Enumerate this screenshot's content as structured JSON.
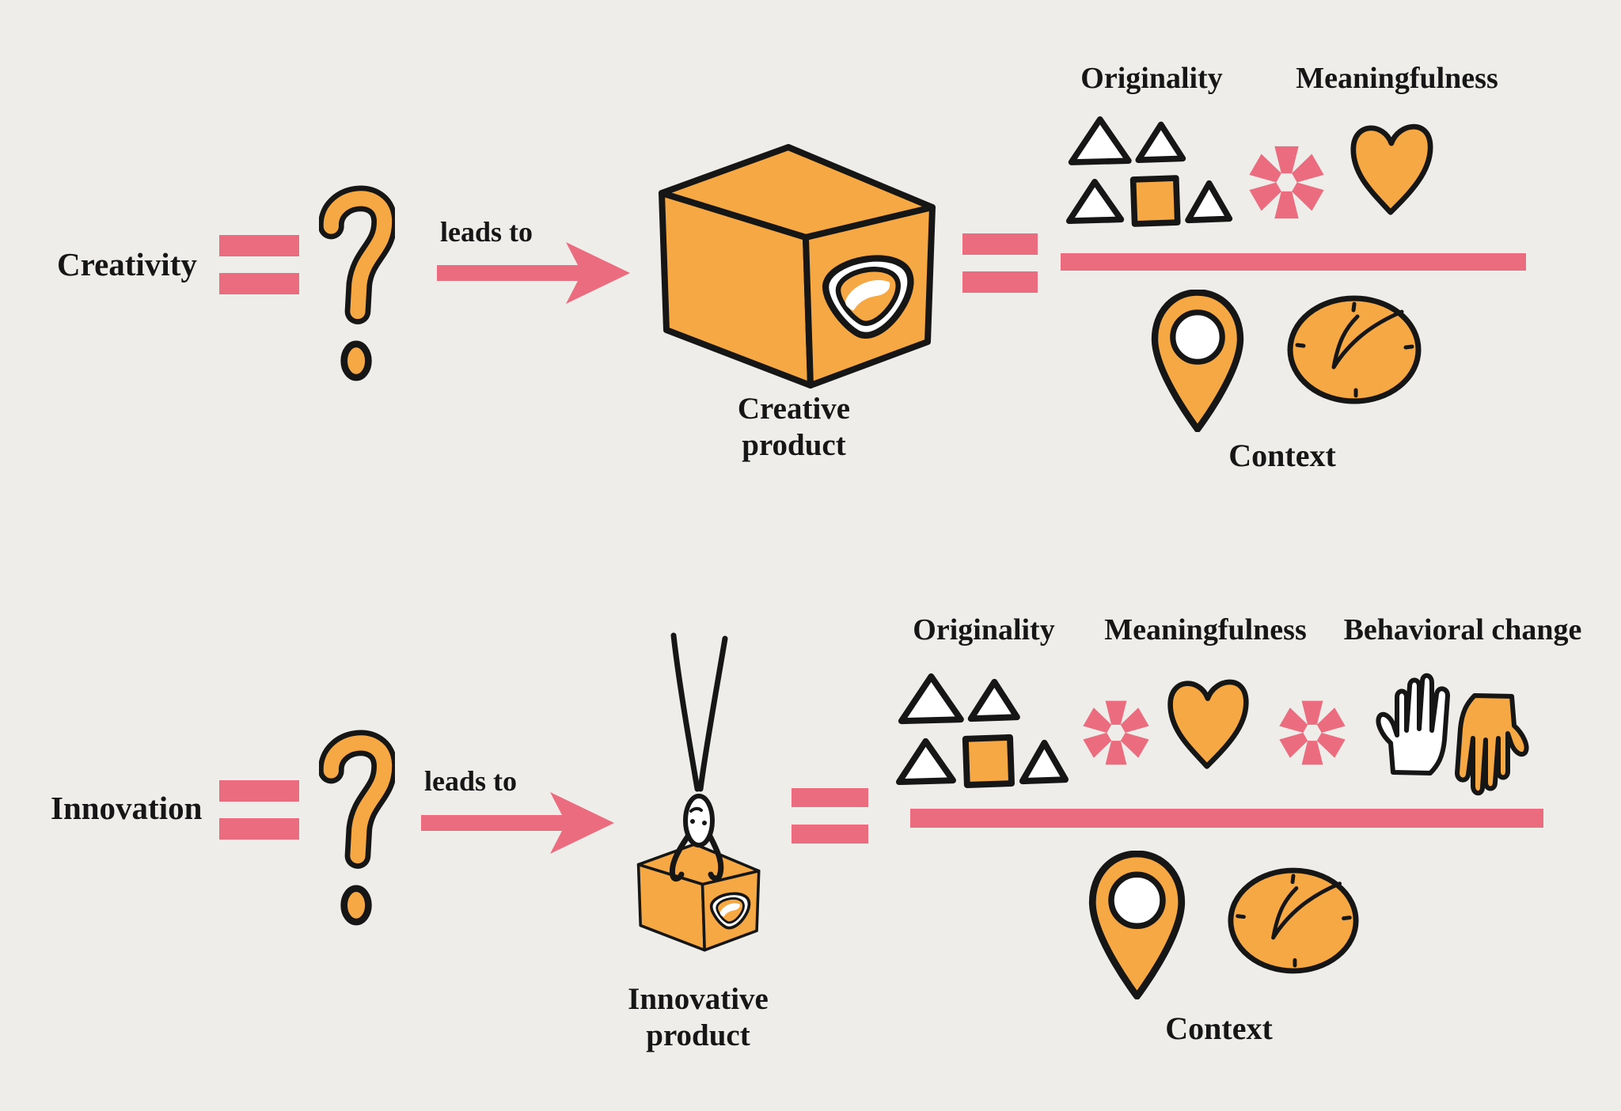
{
  "colors": {
    "background": "#EFEDEA",
    "orange": "#F5A844",
    "pink": "#EA6C7E",
    "ink": "#161616"
  },
  "row1": {
    "term": "Creativity",
    "leads_to": "leads to",
    "product_line1": "Creative",
    "product_line2": "product",
    "num_label1": "Originality",
    "num_label2": "Meaningfulness",
    "den_label": "Context"
  },
  "row2": {
    "term": "Innovation",
    "leads_to": "leads to",
    "product_line1": "Innovative",
    "product_line2": "product",
    "num_label1": "Originality",
    "num_label2": "Meaningfulness",
    "num_label3": "Behavioral change",
    "den_label": "Context"
  },
  "icons": {
    "question": "question-mark-icon",
    "equals": "equals-icon",
    "arrow": "arrow-right-icon",
    "cube": "product-box-icon",
    "badge": "badge-icon",
    "shapes": "triangles-square-icon",
    "multiply": "asterisk-multiply-icon",
    "heart": "heart-icon",
    "pin": "location-pin-icon",
    "clock": "clock-icon",
    "hands": "hands-icon",
    "figure": "person-on-box-icon"
  }
}
